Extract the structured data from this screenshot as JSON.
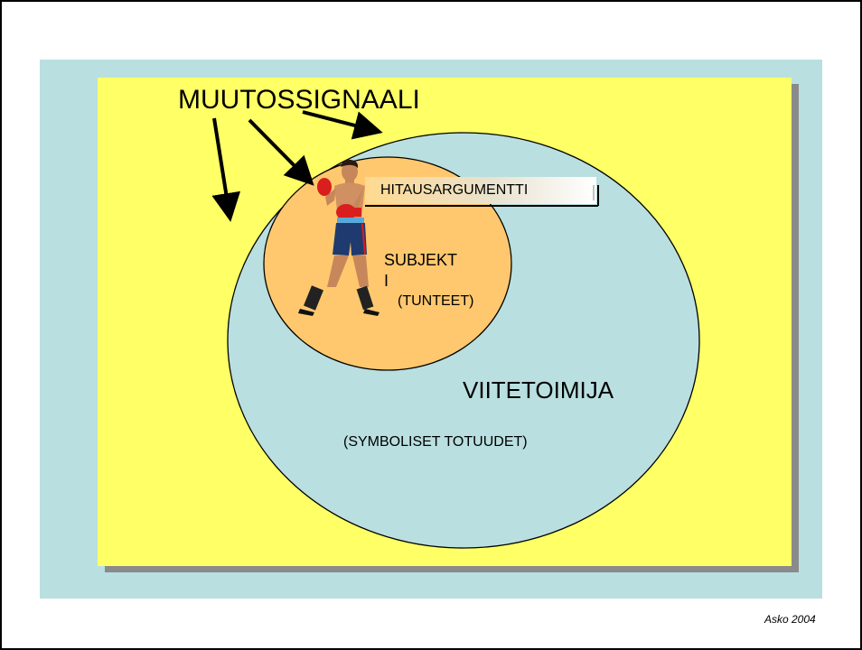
{
  "colors": {
    "outer_background": "#b9dfe0",
    "yellow_panel": "#ffff66",
    "panel_shadow": "#8a8a8a",
    "big_circle": "#b9dfe0",
    "small_circle": "#ffc86e",
    "arrows": "#000000",
    "text": "#000000"
  },
  "diagram": {
    "title": "MUUTOSSIGNAALI",
    "inertia_box_label": "HITAUSARGUMENTTI",
    "subject_label": "SUBJEKTI",
    "subject_sub_label": "(TUNTEET)",
    "reference_actor_label": "VIITETOIMIJA",
    "reference_actor_sub_label": "(SYMBOLISET TOTUUDET)",
    "figure": "boxer-icon",
    "arrows": [
      {
        "from": "MUUTOSSIGNAALI",
        "to": "yellow area"
      },
      {
        "from": "MUUTOSSIGNAALI",
        "to": "SUBJEKTI"
      },
      {
        "from": "MUUTOSSIGNAALI",
        "to": "VIITETOIMIJA"
      }
    ]
  },
  "footer": {
    "credit": "Asko 2004"
  }
}
